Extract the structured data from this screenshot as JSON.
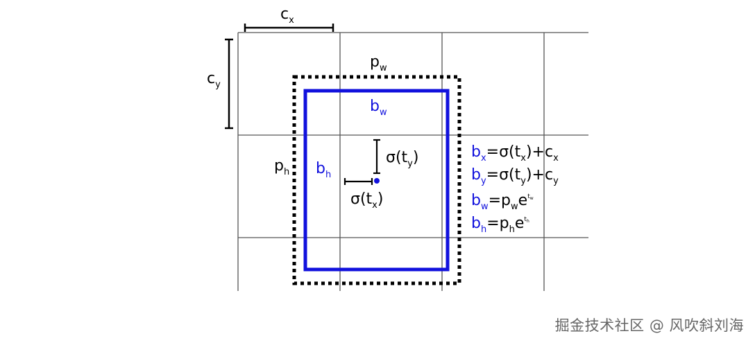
{
  "colors": {
    "grid": "#555555",
    "predicted_box": "#1111dd",
    "prior_box": "#000000",
    "text": "#000000",
    "watermark": "#666666"
  },
  "labels": {
    "cx": {
      "base": "c",
      "sub": "x"
    },
    "cy": {
      "base": "c",
      "sub": "y"
    },
    "pw": {
      "base": "p",
      "sub": "w"
    },
    "ph": {
      "base": "p",
      "sub": "h"
    },
    "bw": {
      "base": "b",
      "sub": "w"
    },
    "bh": {
      "base": "b",
      "sub": "h"
    },
    "sigma_ty": {
      "pre": "σ(t",
      "sub": "y",
      "post": ")"
    },
    "sigma_tx": {
      "pre": "σ(t",
      "sub": "x",
      "post": ")"
    }
  },
  "equations": [
    {
      "lhs": "b",
      "lhs_sub": "x",
      "rhs_pre": "=σ(t",
      "rhs_sub": "x",
      "rhs_mid": ")+c",
      "rhs_sub2": "x"
    },
    {
      "lhs": "b",
      "lhs_sub": "y",
      "rhs_pre": "=σ(t",
      "rhs_sub": "y",
      "rhs_mid": ")+c",
      "rhs_sub2": "y"
    },
    {
      "lhs": "b",
      "lhs_sub": "w",
      "rhs_pre": "=p",
      "rhs_sub": "w",
      "rhs_mid": "e",
      "sup": "t",
      "sup_sub": "w"
    },
    {
      "lhs": "b",
      "lhs_sub": "h",
      "rhs_pre": "=p",
      "rhs_sub": "h",
      "rhs_mid": "e",
      "sup": "t",
      "sup_sub": "h"
    }
  ],
  "watermark": "掘金技术社区 @ 风吹斜刘海"
}
